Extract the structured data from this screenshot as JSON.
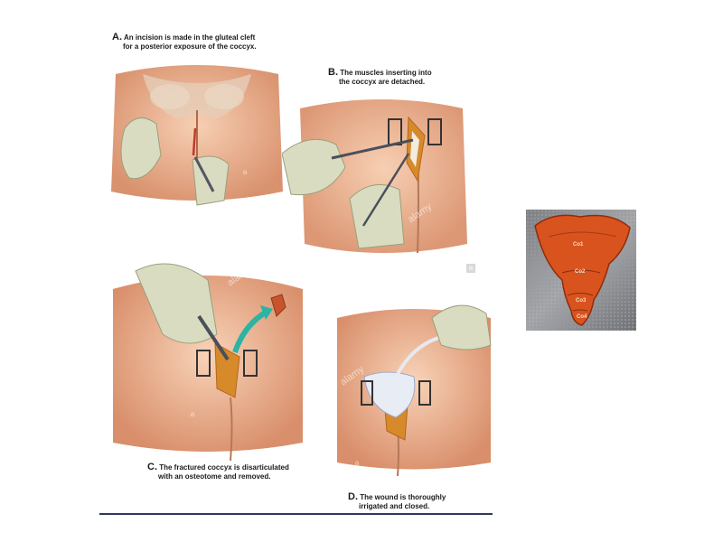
{
  "panels": [
    {
      "letter": "A.",
      "line1": "An incision is made in the gluteal cleft",
      "line2": "for a posterior exposure of the coccyx."
    },
    {
      "letter": "B.",
      "line1": "The muscles inserting into",
      "line2": "the coccyx are detached."
    },
    {
      "letter": "C.",
      "line1": "The fractured coccyx is disarticulated",
      "line2": "with an osteotome and removed."
    },
    {
      "letter": "D.",
      "line1": "The wound is thoroughly",
      "line2": "irrigated and closed."
    }
  ],
  "watermark": {
    "text": "alamy",
    "badge": "a"
  },
  "specimen": {
    "labels": [
      "Co1",
      "Co2",
      "Co3",
      "Co4"
    ]
  },
  "colors": {
    "skin": "#f0b99a",
    "wound": "#d68a2a",
    "glove": "#d9dcc0",
    "rule": "#2c3a60"
  }
}
